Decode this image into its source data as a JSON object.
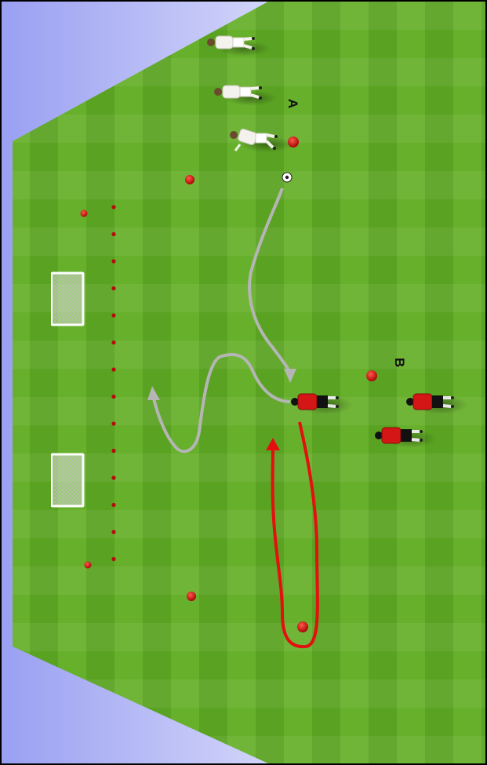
{
  "diagram": {
    "labels": {
      "group_a": "A",
      "group_b": "B"
    },
    "colors": {
      "pitch": "#5aa322",
      "sky_gradient": "#a0a8f4",
      "cone": "#d11313",
      "team_white": "#f4f2ec",
      "team_red": "#d41616",
      "ball_path": "#b5b5b5",
      "run_path": "#e3100f"
    },
    "icons": {
      "cone": "cone-icon",
      "goal": "mini-goal-icon",
      "ball": "soccer-ball-icon",
      "player": "player-icon"
    },
    "counts": {
      "white_players": 3,
      "red_players": 3,
      "mini_goals": 2
    }
  }
}
